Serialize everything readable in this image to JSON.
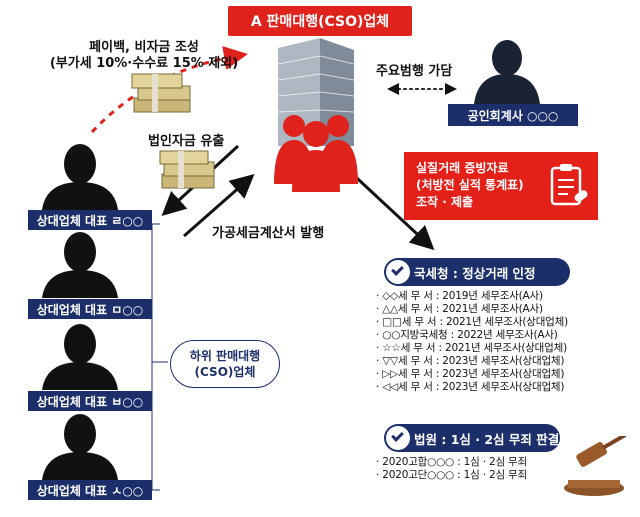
{
  "title": "A 판매대행(CSO)업체",
  "left_note": {
    "line1": "페이백, 비자금 조성",
    "line2": "(부가세 10%·수수료 15% 제외)"
  },
  "fund_outflow": "법인자금 유출",
  "accomplice": "주요범행 가담",
  "fake_invoice": "가공세금계산서 발행",
  "accountant": "공인회계사 ○○○",
  "partners": [
    "상대업체 대표 ㄹ○○",
    "상대업체 대표 ㅁ○○",
    "상대업체 대표 ㅂ○○",
    "상대업체 대표 ㅅ○○"
  ],
  "sub_cso": {
    "line1": "하위 판매대행",
    "line2": "(CSO)업체"
  },
  "evidence": {
    "line1": "실질거래 증빙자료",
    "line2": "(처방전 실적 통계표)",
    "line3": "조작 · 제출"
  },
  "tax_office": {
    "header": "국세청 : 정상거래 인정",
    "items": [
      "· ◇◇세  무  서 : 2019년 세무조사(A사)",
      "· △△세  무  서 : 2021년 세무조사(A사)",
      "· □□세  무  서 : 2021년 세무조사(상대업체)",
      "· ○○지방국세청 : 2022년 세무조사(A사)",
      "· ☆☆세  무  서 : 2021년 세무조사(상대업체)",
      "· ▽▽세  무  서 : 2023년 세무조사(상대업체)",
      "· ▷▷세  무  서 : 2023년 세무조사(상대업체)",
      "· ◁◁세  무  서 : 2023년 세무조사(상대업체)"
    ]
  },
  "court": {
    "header": "법원 : 1심 · 2심 무죄 판결",
    "items": [
      "· 2020고합○○○ : 1심 · 2심 무죄",
      "· 2020고단○○○ : 1심 · 2심 무죄"
    ]
  },
  "colors": {
    "red": "#e0221c",
    "navy": "#1c2f6b"
  },
  "icons": [
    "building-icon",
    "person-silhouette-icon",
    "money-stack-icon",
    "clipboard-icon",
    "gavel-icon"
  ]
}
